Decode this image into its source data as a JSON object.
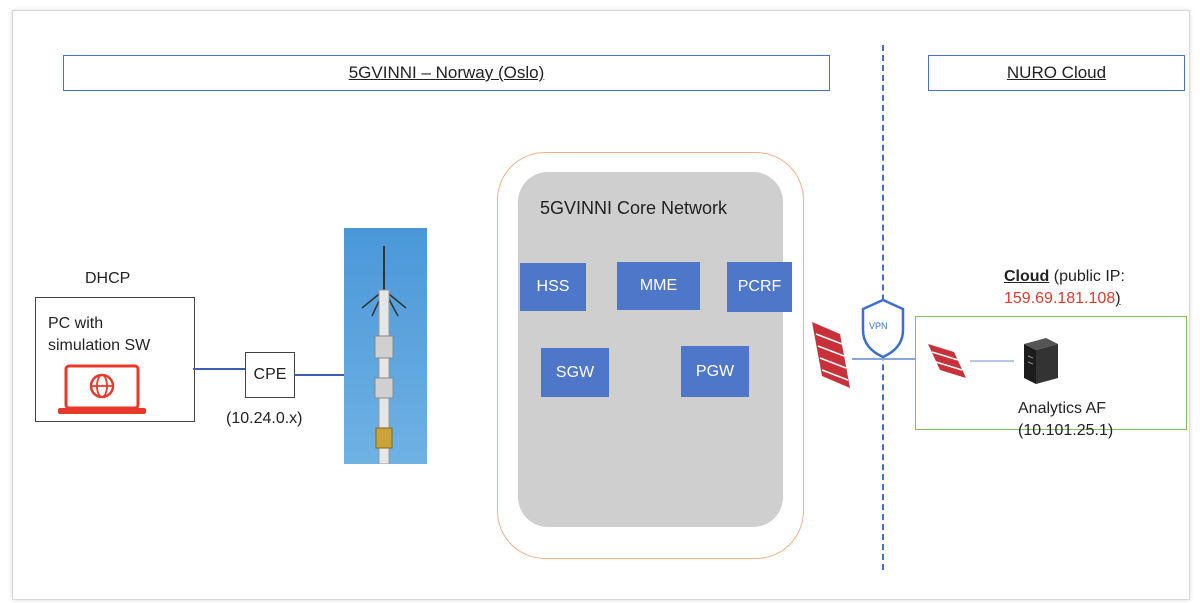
{
  "banners": {
    "left": "5GVINNI – Norway (Oslo)",
    "right": "NURO Cloud"
  },
  "core": {
    "title": "5GVINNI Core Network",
    "functions": [
      "HSS",
      "MME",
      "PCRF",
      "SGW",
      "PGW"
    ]
  },
  "pc": {
    "dhcp": "DHCP",
    "line1": "PC with",
    "line2": "simulation SW"
  },
  "cpe": {
    "label": "CPE",
    "ip": "(10.24.0.x)"
  },
  "vpn": {
    "label": "VPN"
  },
  "cloud": {
    "title": "Cloud",
    "ip_prefix": "(public IP:",
    "ip": "159.69.181.108",
    "ip_suffix": ")",
    "af_name": "Analytics AF",
    "af_ip": "(10.101.25.1)"
  },
  "colors": {
    "banner_border": "#4a6fd0",
    "nf_fill": "#4e77c9",
    "core_fill": "#cfcfcf",
    "core_outline": "#f2b08a",
    "cloud_border": "#7fbf5a",
    "firewall": "#c8313a",
    "public_ip": "#e03a2c",
    "laptop": "#e8382c"
  }
}
